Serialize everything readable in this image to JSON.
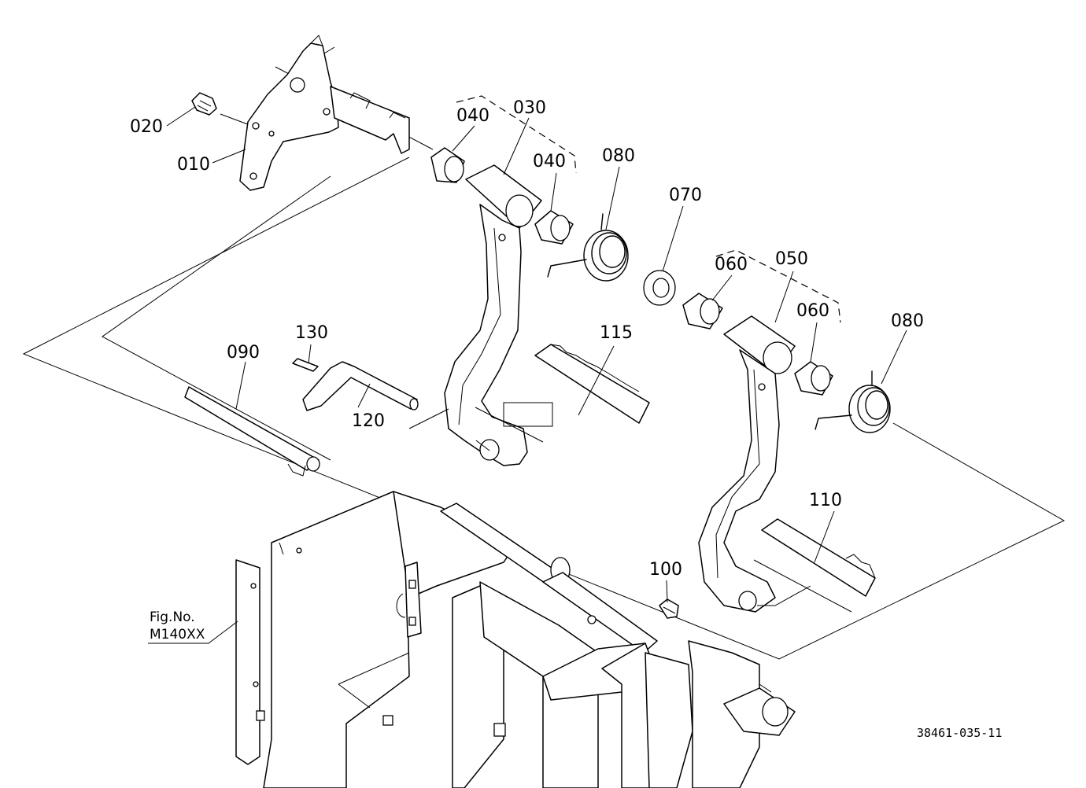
{
  "diagram": {
    "drawing_number": "38461-035-11",
    "figure_reference": {
      "line1": "Fig.No.",
      "line2": "M140XX"
    },
    "part_labels": {
      "p010": "010",
      "p020": "020",
      "p030": "030",
      "p040a": "040",
      "p040b": "040",
      "p050": "050",
      "p060a": "060",
      "p060b": "060",
      "p070": "070",
      "p080a": "080",
      "p080b": "080",
      "p090": "090",
      "p100": "100",
      "p110": "110",
      "p115": "115",
      "p120": "120",
      "p130": "130"
    }
  }
}
